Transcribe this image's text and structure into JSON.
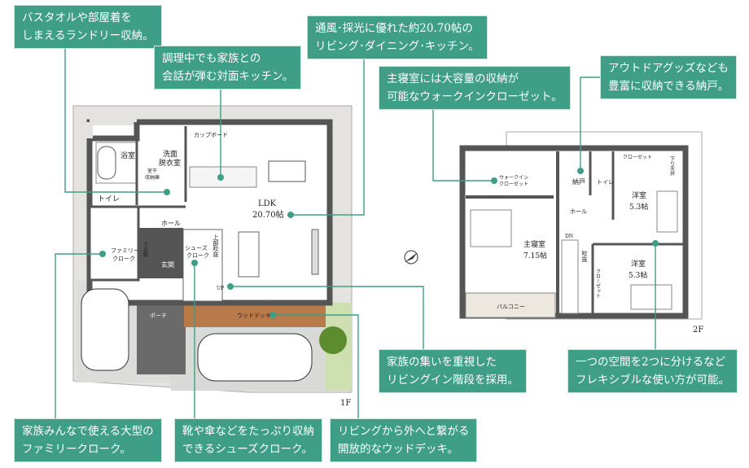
{
  "accent_color": "#3f9e86",
  "callouts": [
    {
      "id": "laundry",
      "lines": [
        "バスタオルや部屋着を",
        "しまえるランドリー収納。"
      ]
    },
    {
      "id": "kitchen",
      "lines": [
        "調理中でも家族との",
        "会話が弾む対面キッチン。"
      ]
    },
    {
      "id": "ldk",
      "lines": [
        "通風･採光に優れた約20.70帖の",
        "リビング･ダイニング･キッチン。"
      ]
    },
    {
      "id": "walkin",
      "lines": [
        "主寝室には大容量の収納が",
        "可能なウォークインクローゼット。"
      ]
    },
    {
      "id": "storage",
      "lines": [
        "アウトドアグッズなども",
        "豊富に収納できる納戸。"
      ]
    },
    {
      "id": "stairs",
      "lines": [
        "家族の集いを重視した",
        "リビングイン階段を採用。"
      ]
    },
    {
      "id": "flexible",
      "lines": [
        "一つの空間を2つに分けるなど",
        "フレキシブルな使い方が可能。"
      ]
    },
    {
      "id": "family_cloak",
      "lines": [
        "家族みんなで使える大型の",
        "ファミリークローク。"
      ]
    },
    {
      "id": "shoes_cloak",
      "lines": [
        "靴や傘などをたっぷり収納",
        "できるシューズクローク。"
      ]
    },
    {
      "id": "wood_deck",
      "lines": [
        "リビングから外へと繋がる",
        "開放的なウッドデッキ。"
      ]
    }
  ],
  "floor1": {
    "label": "1F",
    "rooms": {
      "bath": "浴室",
      "washroom_1": "洗面",
      "washroom_2": "脱衣室",
      "drying_1": "室干",
      "drying_2": "収納庫",
      "toilet": "トイレ",
      "cupboard": "カップボード",
      "ldk": "LDK",
      "ldk_size": "20.70帖",
      "hall": "ホール",
      "shoe_box": "下足箱",
      "shoes_cloak_1": "シューズ",
      "shoes_cloak_2": "クローク",
      "void": "上部吹抜",
      "entrance": "玄関",
      "family_cloak_1": "ファミリー",
      "family_cloak_2": "クローク",
      "up": "UP",
      "porch": "ポーチ",
      "wood_deck": "ウッドデッキ"
    }
  },
  "floor2": {
    "label": "2F",
    "rooms": {
      "walkin_1": "ウォークイン",
      "walkin_2": "クローゼット",
      "storage": "納戸",
      "toilet": "トイレ",
      "closet_top": "クローゼット",
      "lowered_ceiling": "下り天井",
      "western1": "洋室",
      "western1_size": "5.3帖",
      "western2": "洋室",
      "western2_size": "5.3帖",
      "hall": "ホール",
      "dn": "DN",
      "master": "主寝室",
      "master_size": "7.15帖",
      "void": "吹抜",
      "closet_side": "クローゼット",
      "balcony": "バルコニー"
    }
  },
  "icons": [
    "compass-icon",
    "car-icon",
    "tree-icon"
  ]
}
